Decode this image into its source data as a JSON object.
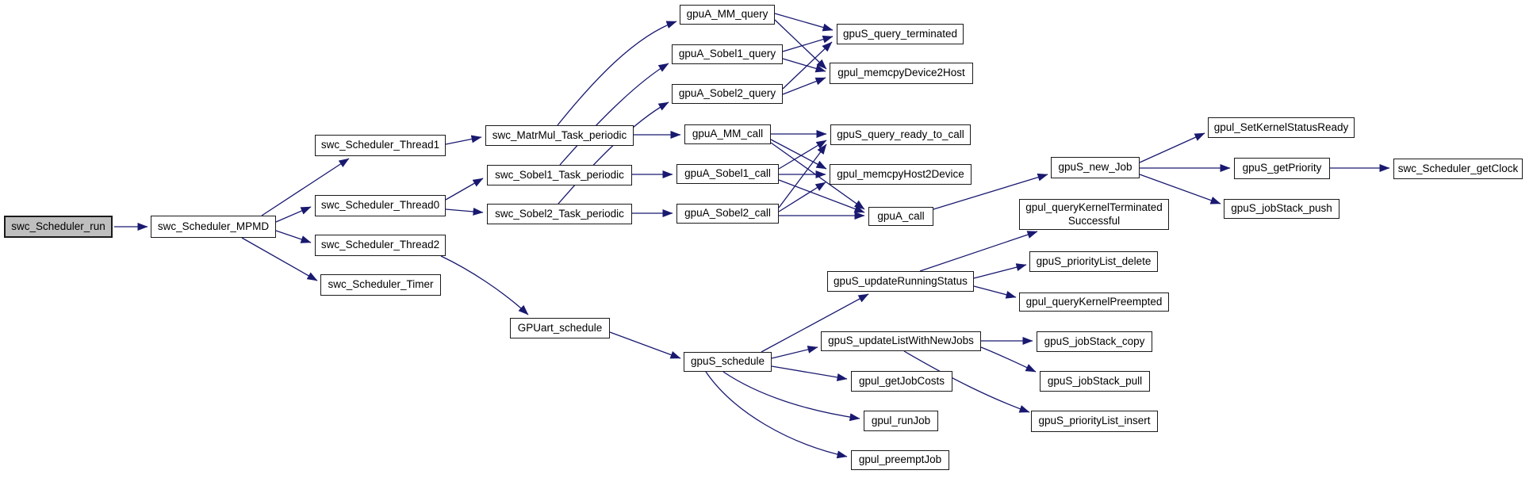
{
  "diagram": {
    "type": "call-graph",
    "root_node": "swc_Scheduler_run",
    "colors": {
      "edge": "#191970",
      "node_fill": "#ffffff",
      "node_border": "#1a1a1a",
      "root_fill": "#bfbfbf",
      "text": "#000000",
      "bg": "#ffffff"
    },
    "nodes": {
      "run": {
        "label": "swc_Scheduler_run"
      },
      "mpmd": {
        "label": "swc_Scheduler_MPMD"
      },
      "thread1": {
        "label": "swc_Scheduler_Thread1"
      },
      "thread0": {
        "label": "swc_Scheduler_Thread0"
      },
      "thread2": {
        "label": "swc_Scheduler_Thread2"
      },
      "timer": {
        "label": "swc_Scheduler_Timer"
      },
      "matrmul": {
        "label": "swc_MatrMul_Task_periodic"
      },
      "sobel1_task": {
        "label": "swc_Sobel1_Task_periodic"
      },
      "sobel2_task": {
        "label": "swc_Sobel2_Task_periodic"
      },
      "mm_query": {
        "label": "gpuA_MM_query"
      },
      "sobel1_query": {
        "label": "gpuA_Sobel1_query"
      },
      "sobel2_query": {
        "label": "gpuA_Sobel2_query"
      },
      "mm_call": {
        "label": "gpuA_MM_call"
      },
      "sobel1_call": {
        "label": "gpuA_Sobel1_call"
      },
      "sobel2_call": {
        "label": "gpuA_Sobel2_call"
      },
      "query_terminated": {
        "label": "gpuS_query_terminated"
      },
      "memcpy_d2h": {
        "label": "gpul_memcpyDevice2Host"
      },
      "query_ready": {
        "label": "gpuS_query_ready_to_call"
      },
      "memcpy_h2d": {
        "label": "gpul_memcpyHost2Device"
      },
      "gpua_call": {
        "label": "gpuA_call"
      },
      "new_job": {
        "label": "gpuS_new_Job"
      },
      "set_kernel_ready": {
        "label": "gpul_SetKernelStatusReady"
      },
      "get_priority": {
        "label": "gpuS_getPriority"
      },
      "get_clock": {
        "label": "swc_Scheduler_getClock"
      },
      "jobstack_push": {
        "label": "gpuS_jobStack_push"
      },
      "query_term_succ": {
        "lines": [
          "gpul_queryKernelTerminated",
          "Successful"
        ]
      },
      "plist_delete": {
        "label": "gpuS_priorityList_delete"
      },
      "query_preempted": {
        "label": "gpul_queryKernelPreempted"
      },
      "update_running": {
        "label": "gpuS_updateRunningStatus"
      },
      "gpuart_schedule": {
        "label": "GPUart_schedule"
      },
      "gpus_schedule": {
        "label": "gpuS_schedule"
      },
      "update_list": {
        "label": "gpuS_updateListWithNewJobs"
      },
      "get_job_costs": {
        "label": "gpul_getJobCosts"
      },
      "run_job": {
        "label": "gpul_runJob"
      },
      "preempt_job": {
        "label": "gpul_preemptJob"
      },
      "jobstack_copy": {
        "label": "gpuS_jobStack_copy"
      },
      "jobstack_pull": {
        "label": "gpuS_jobStack_pull"
      },
      "plist_insert": {
        "label": "gpuS_priorityList_insert"
      }
    },
    "edges": [
      {
        "from": "run",
        "to": "mpmd"
      },
      {
        "from": "mpmd",
        "to": "thread1"
      },
      {
        "from": "mpmd",
        "to": "thread0"
      },
      {
        "from": "mpmd",
        "to": "thread2"
      },
      {
        "from": "mpmd",
        "to": "timer"
      },
      {
        "from": "thread1",
        "to": "matrmul"
      },
      {
        "from": "thread0",
        "to": "sobel1_task"
      },
      {
        "from": "thread0",
        "to": "sobel2_task"
      },
      {
        "from": "thread2",
        "to": "gpuart_schedule"
      },
      {
        "from": "matrmul",
        "to": "mm_query"
      },
      {
        "from": "matrmul",
        "to": "mm_call"
      },
      {
        "from": "sobel1_task",
        "to": "sobel1_query"
      },
      {
        "from": "sobel1_task",
        "to": "sobel1_call"
      },
      {
        "from": "sobel2_task",
        "to": "sobel2_query"
      },
      {
        "from": "sobel2_task",
        "to": "sobel2_call"
      },
      {
        "from": "mm_query",
        "to": "query_terminated"
      },
      {
        "from": "mm_query",
        "to": "memcpy_d2h"
      },
      {
        "from": "sobel1_query",
        "to": "query_terminated"
      },
      {
        "from": "sobel1_query",
        "to": "memcpy_d2h"
      },
      {
        "from": "sobel2_query",
        "to": "query_terminated"
      },
      {
        "from": "sobel2_query",
        "to": "memcpy_d2h"
      },
      {
        "from": "mm_call",
        "to": "query_ready"
      },
      {
        "from": "mm_call",
        "to": "memcpy_h2d"
      },
      {
        "from": "mm_call",
        "to": "gpua_call"
      },
      {
        "from": "sobel1_call",
        "to": "query_ready"
      },
      {
        "from": "sobel1_call",
        "to": "memcpy_h2d"
      },
      {
        "from": "sobel1_call",
        "to": "gpua_call"
      },
      {
        "from": "sobel2_call",
        "to": "query_ready"
      },
      {
        "from": "sobel2_call",
        "to": "memcpy_h2d"
      },
      {
        "from": "sobel2_call",
        "to": "gpua_call"
      },
      {
        "from": "gpua_call",
        "to": "new_job"
      },
      {
        "from": "new_job",
        "to": "set_kernel_ready"
      },
      {
        "from": "new_job",
        "to": "get_priority"
      },
      {
        "from": "new_job",
        "to": "jobstack_push"
      },
      {
        "from": "get_priority",
        "to": "get_clock"
      },
      {
        "from": "gpuart_schedule",
        "to": "gpus_schedule"
      },
      {
        "from": "gpus_schedule",
        "to": "update_running"
      },
      {
        "from": "gpus_schedule",
        "to": "update_list"
      },
      {
        "from": "gpus_schedule",
        "to": "get_job_costs"
      },
      {
        "from": "gpus_schedule",
        "to": "run_job"
      },
      {
        "from": "gpus_schedule",
        "to": "preempt_job"
      },
      {
        "from": "update_running",
        "to": "query_term_succ"
      },
      {
        "from": "update_running",
        "to": "plist_delete"
      },
      {
        "from": "update_running",
        "to": "query_preempted"
      },
      {
        "from": "update_list",
        "to": "jobstack_copy"
      },
      {
        "from": "update_list",
        "to": "jobstack_pull"
      },
      {
        "from": "update_list",
        "to": "plist_insert"
      }
    ]
  }
}
